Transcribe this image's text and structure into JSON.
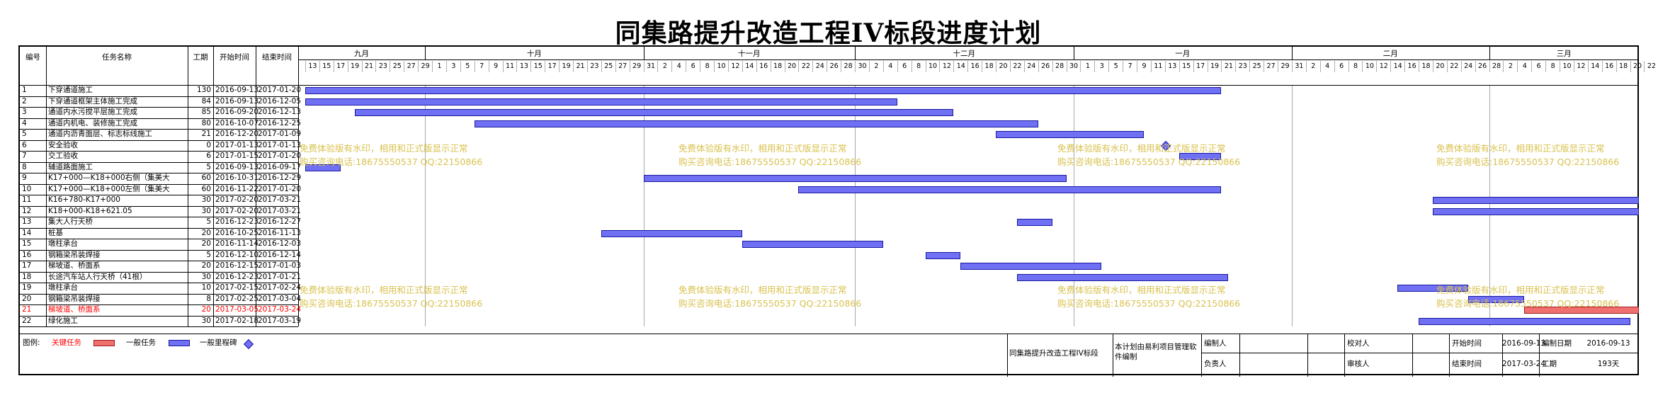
{
  "title": "同集路提升改造工程IV标段进度计划",
  "headers": {
    "no": "编号",
    "name": "任务名称",
    "dur": "工期",
    "start": "开始时间",
    "end": "结束时间"
  },
  "months": [
    "九月",
    "十月",
    "十一月",
    "十二月",
    "一月",
    "二月",
    "三月"
  ],
  "days": [
    "13",
    "15",
    "17",
    "19",
    "21",
    "23",
    "25",
    "27",
    "29",
    "1",
    "3",
    "5",
    "7",
    "9",
    "11",
    "13",
    "15",
    "17",
    "19",
    "21",
    "23",
    "25",
    "27",
    "29",
    "31",
    "2",
    "4",
    "6",
    "8",
    "10",
    "12",
    "14",
    "16",
    "18",
    "20",
    "22",
    "24",
    "26",
    "28",
    "30",
    "2",
    "4",
    "6",
    "8",
    "10",
    "12",
    "14",
    "16",
    "18",
    "20",
    "22",
    "24",
    "26",
    "28",
    "30",
    "1",
    "3",
    "5",
    "7",
    "9",
    "11",
    "13",
    "15",
    "17",
    "19",
    "21",
    "23",
    "25",
    "27",
    "29",
    "31",
    "2",
    "4",
    "6",
    "8",
    "10",
    "12",
    "14",
    "16",
    "18",
    "20",
    "22",
    "24",
    "26",
    "28",
    "2",
    "4",
    "6",
    "8",
    "10",
    "12",
    "14",
    "16",
    "18",
    "20",
    "22"
  ],
  "tasks": [
    {
      "no": "1",
      "name": "下穿通道施工",
      "dur": "130",
      "start": "2016-09-13",
      "end": "2017-01-20",
      "critical": false
    },
    {
      "no": "2",
      "name": "下穿通道框架主体施工完成",
      "dur": "84",
      "start": "2016-09-13",
      "end": "2016-12-05",
      "critical": false
    },
    {
      "no": "3",
      "name": "通道内水污搅平层施工完成",
      "dur": "85",
      "start": "2016-09-20",
      "end": "2016-12-13",
      "critical": false
    },
    {
      "no": "4",
      "name": "通道内机电、装修施工完成",
      "dur": "80",
      "start": "2016-10-07",
      "end": "2016-12-25",
      "critical": false
    },
    {
      "no": "5",
      "name": "通道内沥青面层、标志标线施工",
      "dur": "21",
      "start": "2016-12-20",
      "end": "2017-01-09",
      "critical": false
    },
    {
      "no": "6",
      "name": "安全验收",
      "dur": "0",
      "start": "2017-01-13",
      "end": "2017-01-13",
      "critical": false
    },
    {
      "no": "7",
      "name": "交工验收",
      "dur": "6",
      "start": "2017-01-15",
      "end": "2017-01-20",
      "critical": false
    },
    {
      "no": "8",
      "name": "辅道路面施工",
      "dur": "5",
      "start": "2016-09-13",
      "end": "2016-09-17",
      "critical": false
    },
    {
      "no": "9",
      "name": "K17+000—K18+000右侧（集美大",
      "dur": "60",
      "start": "2016-10-31",
      "end": "2016-12-29",
      "critical": false
    },
    {
      "no": "10",
      "name": "K17+000—K18+000左侧（集美大",
      "dur": "60",
      "start": "2016-11-22",
      "end": "2017-01-20",
      "critical": false
    },
    {
      "no": "11",
      "name": "K16+780-K17+000",
      "dur": "30",
      "start": "2017-02-20",
      "end": "2017-03-21",
      "critical": false
    },
    {
      "no": "12",
      "name": "K18+000-K18+621.05",
      "dur": "30",
      "start": "2017-02-20",
      "end": "2017-03-21",
      "critical": false
    },
    {
      "no": "13",
      "name": "集大人行天桥",
      "dur": "5",
      "start": "2016-12-23",
      "end": "2016-12-27",
      "critical": false
    },
    {
      "no": "14",
      "name": "桩基",
      "dur": "20",
      "start": "2016-10-25",
      "end": "2016-11-13",
      "critical": false
    },
    {
      "no": "15",
      "name": "墩柱承台",
      "dur": "20",
      "start": "2016-11-14",
      "end": "2016-12-03",
      "critical": false
    },
    {
      "no": "16",
      "name": "钢箱梁吊装焊接",
      "dur": "5",
      "start": "2016-12-10",
      "end": "2016-12-14",
      "critical": false
    },
    {
      "no": "17",
      "name": "梯坡道、桥面系",
      "dur": "20",
      "start": "2016-12-15",
      "end": "2017-01-03",
      "critical": false
    },
    {
      "no": "18",
      "name": "长途汽车站人行天桥（41根）",
      "dur": "30",
      "start": "2016-12-23",
      "end": "2017-01-21",
      "critical": false
    },
    {
      "no": "19",
      "name": "墩柱承台",
      "dur": "10",
      "start": "2017-02-15",
      "end": "2017-02-24",
      "critical": false
    },
    {
      "no": "20",
      "name": "钢箱梁吊装焊接",
      "dur": "8",
      "start": "2017-02-25",
      "end": "2017-03-04",
      "critical": false
    },
    {
      "no": "21",
      "name": "梯坡道、桥面系",
      "dur": "20",
      "start": "2017-03-05",
      "end": "2017-03-24",
      "critical": true
    },
    {
      "no": "22",
      "name": "绿化施工",
      "dur": "30",
      "start": "2017-02-18",
      "end": "2017-03-19",
      "critical": false
    }
  ],
  "watermark": {
    "line1": "免费体验版有水印，相用和正式版显示正常",
    "line2": "购买咨询电话:18675550537 QQ:22150866"
  },
  "legend": {
    "label": "图例:",
    "critical": "关键任务",
    "normal": "一般任务",
    "milestone": "一般里程碑"
  },
  "footer": {
    "project": "同集路提升改造工程IV标段",
    "note": "本计划由易利项目管理软件编制",
    "compiler_label": "编制人",
    "checker_label": "校对人",
    "owner_label": "负责人",
    "reviewer_label": "审核人",
    "start_label": "开始时间",
    "start_value": "2016-09-13",
    "date_label": "编制日期",
    "date_value": "2016-09-13",
    "end_label": "结束时间",
    "end_value": "2017-03-24",
    "dur_label": "工期",
    "dur_value": "193天"
  },
  "colors": {
    "bar": "#7070f5",
    "critical": "#f07070",
    "watermark": "#d9c24f"
  }
}
